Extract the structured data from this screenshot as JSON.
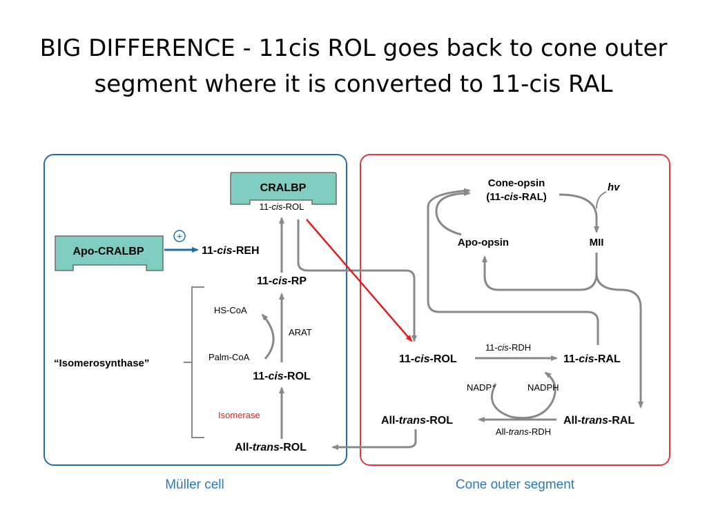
{
  "title": {
    "line1": "BIG DIFFERENCE - 11cis ROL goes back to cone outer",
    "line2": "segment where it is converted to 11-cis RAL"
  },
  "colors": {
    "muller_border": "#1f6da8",
    "cone_border": "#e8323c",
    "protein_fill": "#7ecdc0",
    "arrow_gray": "#888888",
    "highlight_arrow": "#e21d1d",
    "isomerase_text": "#e21d1d",
    "panel_caption": "#2c7ab5"
  },
  "muller_panel": {
    "caption": "Müller cell",
    "cralbp": {
      "label": "CRALBP",
      "bound": {
        "pre": "11-",
        "it": "cis",
        "post": "-ROL"
      }
    },
    "apo_cralbp": "Apo-CRALBP",
    "plus_symbol": "+",
    "reh": {
      "pre": "11-",
      "it": "cis",
      "post": "-REH"
    },
    "rp": {
      "pre": "11-",
      "it": "cis",
      "post": "-RP"
    },
    "hs_coa": "HS-CoA",
    "arat": "ARAT",
    "palm_coa": "Palm-CoA",
    "rol": {
      "pre": "11-",
      "it": "cis",
      "post": "-ROL"
    },
    "isomerosynthase": "“Isomerosynthase”",
    "isomerase": "Isomerase",
    "all_trans_rol": {
      "pre": "All-",
      "it": "trans",
      "post": "-ROL"
    }
  },
  "cone_panel": {
    "caption": "Cone outer segment",
    "cone_opsin_line1": "Cone-opsin",
    "cone_opsin_line2": {
      "pre": "(11-",
      "it": "cis",
      "post": "-RAL)"
    },
    "hv": "hv",
    "apo_opsin": "Apo-opsin",
    "mii": "MII",
    "cis_rol": {
      "pre": "11-",
      "it": "cis",
      "post": "-ROL"
    },
    "cis_rdh": {
      "pre": "11-",
      "it": "cis",
      "post": "-RDH"
    },
    "cis_ral": {
      "pre": "11-",
      "it": "cis",
      "post": "-RAL"
    },
    "nadp_plus": "NADP⁺",
    "nadph": "NADPH",
    "all_trans_rol": {
      "pre": "All-",
      "it": "trans",
      "post": "-ROL"
    },
    "all_trans_ral": {
      "pre": "All-",
      "it": "trans",
      "post": "-RAL"
    },
    "all_trans_rdh": {
      "pre": "All-",
      "it": "trans",
      "post": "-RDH"
    }
  }
}
